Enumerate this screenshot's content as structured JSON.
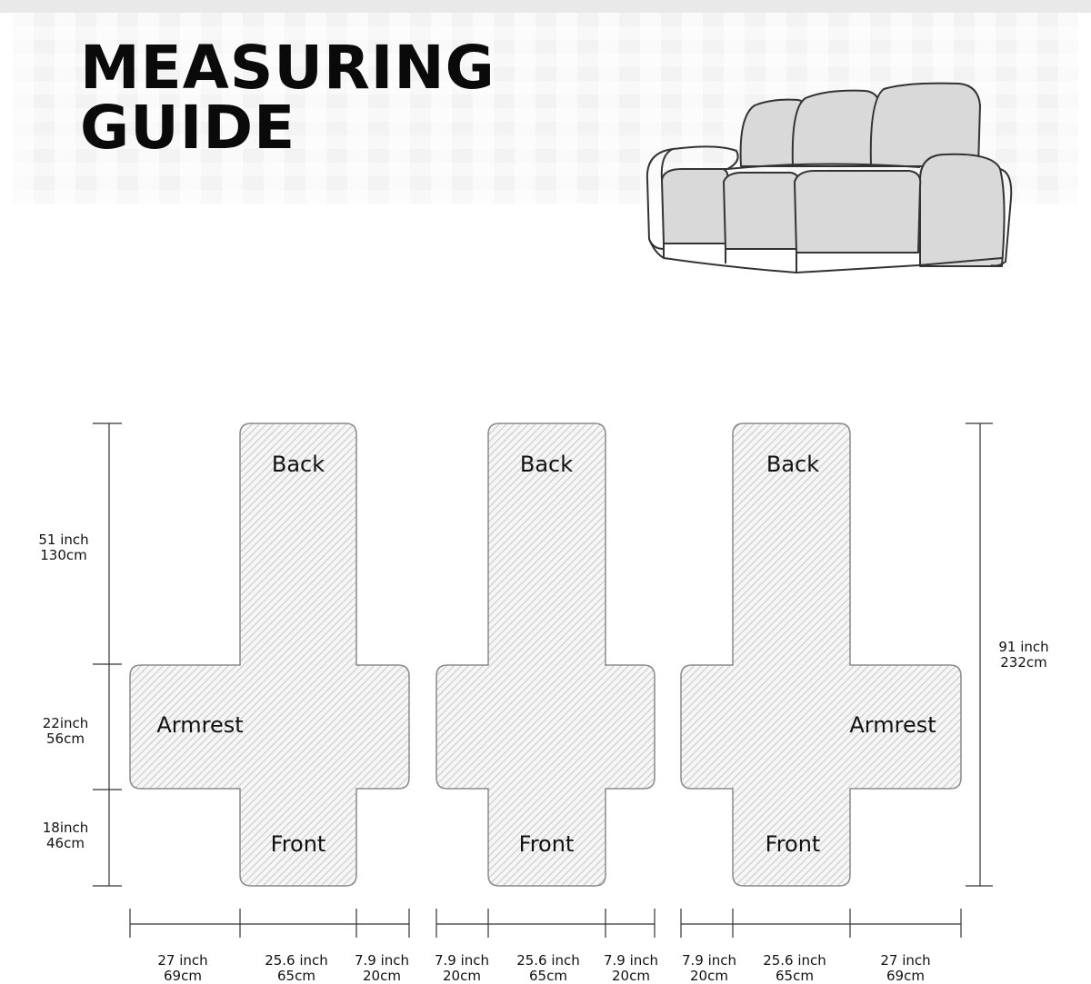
{
  "header": {
    "title_line1": "MEASURING",
    "title_line2": "GUIDE"
  },
  "icons": {
    "sofa": "reclining-sofa-icon"
  },
  "pieces": [
    {
      "back": "Back",
      "side": "Armrest",
      "front": "Front"
    },
    {
      "back": "Back",
      "front": "Front"
    },
    {
      "back": "Back",
      "side": "Armrest",
      "front": "Front"
    }
  ],
  "left_dimensions": {
    "back": {
      "inch": "51 inch",
      "cm": "130cm"
    },
    "seat": {
      "inch": "22inch",
      "cm": "56cm"
    },
    "front": {
      "inch": "18inch",
      "cm": "46cm"
    }
  },
  "right_dimension": {
    "inch": "91 inch",
    "cm": "232cm"
  },
  "bottom_dimensions": [
    {
      "inch": "27 inch",
      "cm": "69cm"
    },
    {
      "inch": "25.6 inch",
      "cm": "65cm"
    },
    {
      "inch": "7.9 inch",
      "cm": "20cm"
    },
    {
      "inch": "7.9 inch",
      "cm": "20cm"
    },
    {
      "inch": "25.6 inch",
      "cm": "65cm"
    },
    {
      "inch": "7.9 inch",
      "cm": "20cm"
    },
    {
      "inch": "7.9 inch",
      "cm": "20cm"
    },
    {
      "inch": "25.6 inch",
      "cm": "65cm"
    },
    {
      "inch": "27 inch",
      "cm": "69cm"
    }
  ],
  "colors": {
    "fabric_fill": "#f5f5f5",
    "fabric_stroke": "#8a8a8a",
    "pattern": "#c4c4c4",
    "dimension_line": "#333333"
  }
}
